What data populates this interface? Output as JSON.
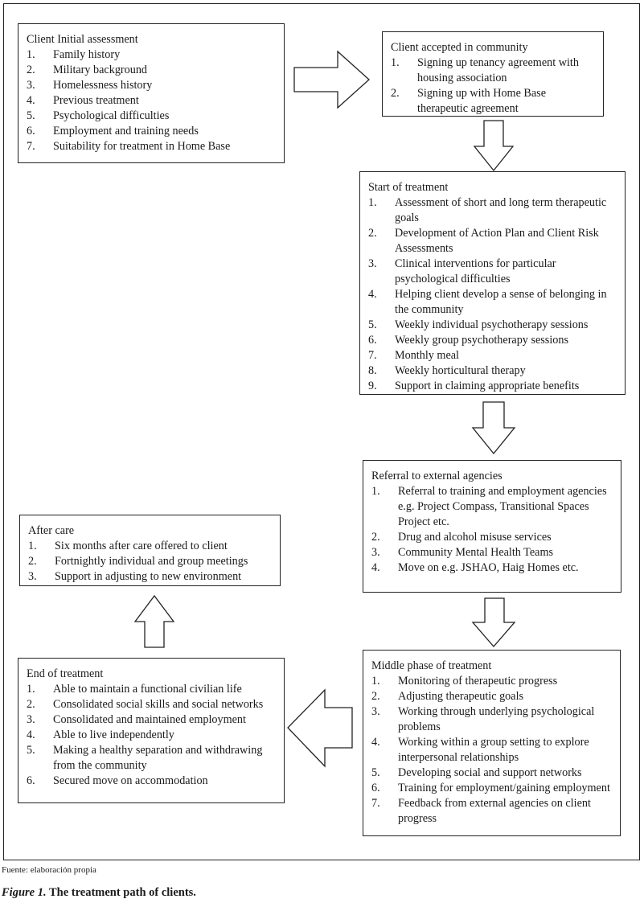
{
  "boxes": {
    "initial": {
      "title": "Client Initial assessment",
      "items": [
        {
          "num": "1.",
          "text": "Family history"
        },
        {
          "num": "2.",
          "text": "Military background"
        },
        {
          "num": "3.",
          "text": "Homelessness history"
        },
        {
          "num": "4.",
          "text": "Previous treatment"
        },
        {
          "num": "5.",
          "text": "Psychological difficulties"
        },
        {
          "num": "6.",
          "text": "Employment and training needs"
        },
        {
          "num": "7.",
          "text": "Suitability for treatment in Home Base"
        }
      ]
    },
    "accepted": {
      "title": "Client accepted in community",
      "items": [
        {
          "num": "1.",
          "text": "Signing up tenancy agreement with housing association"
        },
        {
          "num": "2.",
          "text": "Signing up with Home Base therapeutic agreement"
        }
      ]
    },
    "start": {
      "title": "Start of treatment",
      "items": [
        {
          "num": "1.",
          "text": "Assessment of short and long term therapeutic goals"
        },
        {
          "num": "2.",
          "text": "Development of Action Plan and Client Risk Assessments"
        },
        {
          "num": "3.",
          "text": "Clinical interventions for particular psychological difficulties"
        },
        {
          "num": "4.",
          "text": "Helping client develop a sense of belonging in the community"
        },
        {
          "num": "5.",
          "text": "Weekly individual psychotherapy sessions"
        },
        {
          "num": "6.",
          "text": "Weekly group psychotherapy sessions"
        },
        {
          "num": "7.",
          "text": "Monthly meal"
        },
        {
          "num": "8.",
          "text": "Weekly horticultural therapy"
        },
        {
          "num": "9.",
          "text": "Support in claiming appropriate benefits"
        }
      ]
    },
    "referral": {
      "title": "Referral to external agencies",
      "items": [
        {
          "num": "1.",
          "text": "Referral to training and employment agencies e.g. Project Compass, Transitional Spaces Project etc."
        },
        {
          "num": "2.",
          "text": "Drug and alcohol misuse services"
        },
        {
          "num": "3.",
          "text": "Community Mental Health Teams"
        },
        {
          "num": "4.",
          "text": "Move on e.g. JSHAO, Haig Homes etc."
        }
      ]
    },
    "middle": {
      "title": "Middle phase of treatment",
      "items": [
        {
          "num": "1.",
          "text": "Monitoring of therapeutic progress"
        },
        {
          "num": "2.",
          "text": "Adjusting therapeutic goals"
        },
        {
          "num": "3.",
          "text": "Working through underlying psychological problems"
        },
        {
          "num": "4.",
          "text": "Working within a group setting to explore interpersonal relationships"
        },
        {
          "num": "5.",
          "text": "Developing social and support networks"
        },
        {
          "num": "6.",
          "text": "Training for employment/gaining employment"
        },
        {
          "num": "7.",
          "text": "Feedback from external agencies on client progress"
        }
      ]
    },
    "end": {
      "title": "End of treatment",
      "items": [
        {
          "num": "1.",
          "text": "Able to maintain a functional civilian life"
        },
        {
          "num": "2.",
          "text": "Consolidated social skills and social networks"
        },
        {
          "num": "3.",
          "text": "Consolidated and maintained employment"
        },
        {
          "num": "4.",
          "text": "Able to live independently"
        },
        {
          "num": "5.",
          "text": "Making a healthy separation and withdrawing from the community"
        },
        {
          "num": "6.",
          "text": "Secured move on accommodation"
        }
      ]
    },
    "after": {
      "title": "After care",
      "items": [
        {
          "num": "1.",
          "text": "Six months after care offered to client"
        },
        {
          "num": "2.",
          "text": "Fortnightly individual and group meetings"
        },
        {
          "num": "3.",
          "text": "Support in adjusting to new environment"
        }
      ]
    }
  },
  "source": "Fuente: elaboración propia",
  "caption": {
    "label": "Figure 1.",
    "text": " The treatment path of clients."
  }
}
